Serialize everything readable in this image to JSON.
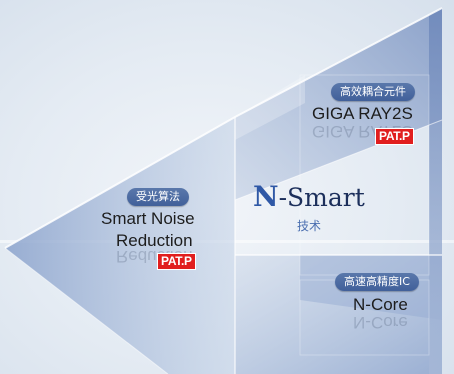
{
  "brand": {
    "name_first": "N",
    "name_rest": "-Smart",
    "subtitle": "技术"
  },
  "top": {
    "tag": "高效耦合元件",
    "title": "GIGA RAY2S",
    "patent": "PAT.P"
  },
  "left": {
    "tag": "受光算法",
    "title_line1": "Smart Noise",
    "title_line2": "Reduction",
    "patent": "PAT.P"
  },
  "bottom": {
    "tag": "高速高精度IC",
    "title": "N-Core"
  },
  "colors": {
    "tag_bg": "#4a68a0",
    "patent_bg": "#e11e1e",
    "brand_dark": "#1c2f5b",
    "brand_accent": "#2f58a6"
  }
}
